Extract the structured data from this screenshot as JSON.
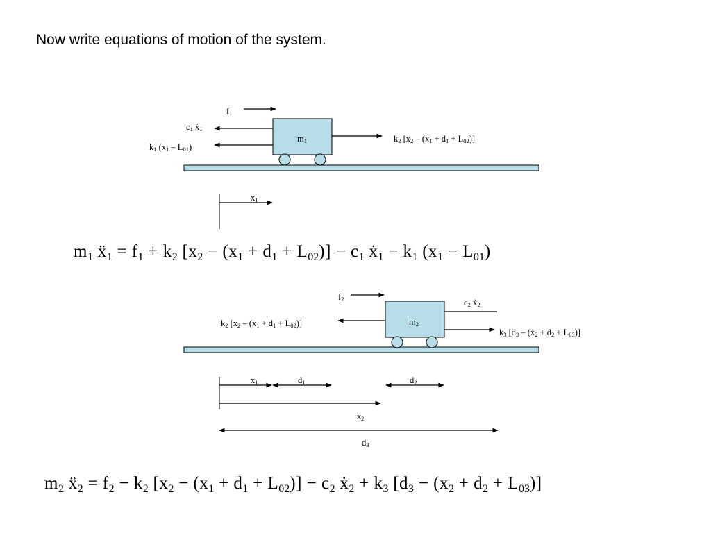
{
  "slide": {
    "heading": "Now write equations of motion of the system."
  },
  "diagram1": {
    "f": "f",
    "f_sub": "1",
    "damp": "c",
    "damp_sub": "1",
    "damp_var": "ẋ",
    "damp_var_sub": "1",
    "spring": "k",
    "spring_sub": "1",
    "spring_rest": "(x",
    "spring_rest_sub": "1",
    "spring_tail": " – L",
    "spring_tail_sub": "01",
    "spring_close": ")",
    "mass": "m",
    "mass_sub": "1",
    "right_k": "k",
    "right_k_sub": "2",
    "right_a": "[x",
    "right_a_sub": "2",
    "right_b": " – (x",
    "right_b_sub": "1",
    "right_c": " + d",
    "right_c_sub": "1",
    "right_d": " + L",
    "right_d_sub": "02",
    "right_e": ")]",
    "x": "x",
    "x_sub": "1"
  },
  "equation1": {
    "p1": "m",
    "s1": "1",
    "p2": " ẍ",
    "s2": "1",
    "p3": " = f",
    "s3": "1",
    "p4": " + k",
    "s4": "2",
    "p5": " [x",
    "s5": "2",
    "p6": " − (x",
    "s6": "1",
    "p7": " + d",
    "s7": "1",
    "p8": " + L",
    "s8": "02",
    "p9": ")] − c",
    "s9": "1",
    "p10": " ẋ",
    "s10": "1",
    "p11": " − k",
    "s11": "1",
    "p12": " (x",
    "s12": "1",
    "p13": " − L",
    "s13": "01",
    "p14": ")"
  },
  "diagram2": {
    "f": "f",
    "f_sub": "2",
    "damp": "c",
    "damp_sub": "2",
    "damp_var": "ẋ",
    "damp_var_sub": "2",
    "mass": "m",
    "mass_sub": "2",
    "left_k": "k",
    "left_k_sub": "2",
    "left_a": "[x",
    "left_a_sub": "2",
    "left_b": " – (x",
    "left_b_sub": "1",
    "left_c": " + d",
    "left_c_sub": "1",
    "left_d": " + L",
    "left_d_sub": "02",
    "left_e": ")]",
    "right_k": "k",
    "right_k_sub": "3",
    "right_a": "[d",
    "right_a_sub": "3",
    "right_b": " – (x",
    "right_b_sub": "2",
    "right_c": " + d",
    "right_c_sub": "2",
    "right_d": " + L",
    "right_d_sub": "03",
    "right_e": ")]",
    "x1": "x",
    "x1_sub": "1",
    "d1": "d",
    "d1_sub": "1",
    "d2": "d",
    "d2_sub": "2",
    "x2": "x",
    "x2_sub": "2",
    "d3": "d",
    "d3_sub": "3"
  },
  "equation2": {
    "p1": "m",
    "s1": "2",
    "p2": " ẍ",
    "s2": "2",
    "p3": " = f",
    "s3": "2",
    "p4": " − k",
    "s4": "2",
    "p5": " [x",
    "s5": "2",
    "p6": " − (x",
    "s6": "1",
    "p7": " + d",
    "s7": "1",
    "p8": " + L",
    "s8": "02",
    "p9": ")] − c",
    "s9": "2",
    "p10": " ẋ",
    "s10": "2",
    "p11": " + k",
    "s11": "3",
    "p12": " [d",
    "s12": "3",
    "p13": " − (x",
    "s13": "2",
    "p14": " + d",
    "s14": "2",
    "p15": " + L",
    "s15": "03",
    "p16": ")]"
  },
  "colors": {
    "ground": "#b7dde8",
    "mass": "#b7dde8",
    "stroke": "#000000"
  }
}
